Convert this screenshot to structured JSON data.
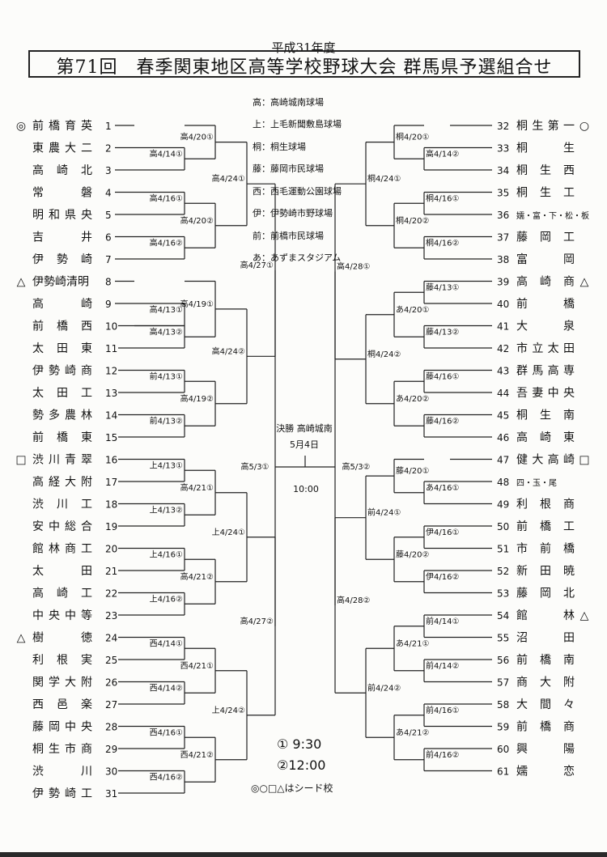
{
  "header": {
    "era": "平成31年度",
    "title": "第71回　春季関東地区高等学校野球大会 群馬県予選組合せ"
  },
  "venues": [
    "高：高崎城南球場",
    "上：上毛新聞敷島球場",
    "桐：桐生球場",
    "藤：藤岡市民球場",
    "西：西毛運動公園球場",
    "伊：伊勢崎市野球場",
    "前：前橋市民球場",
    "あ：あずまスタジアム"
  ],
  "final": {
    "label": "決勝 高崎城南",
    "date": "5月4日",
    "time": "10:00",
    "semi_left": "高5/3①",
    "semi_right": "高5/3②"
  },
  "times": [
    "① 9:30",
    "②12:00"
  ],
  "seed_note": "◎○□△はシード校",
  "left_teams": [
    {
      "n": "1",
      "name": "前橋育英",
      "mark": "◎"
    },
    {
      "n": "2",
      "name": "東農大二",
      "mark": ""
    },
    {
      "n": "3",
      "name": "高崎北",
      "mark": ""
    },
    {
      "n": "4",
      "name": "常磐",
      "mark": ""
    },
    {
      "n": "5",
      "name": "明和県央",
      "mark": ""
    },
    {
      "n": "6",
      "name": "吉井",
      "mark": ""
    },
    {
      "n": "7",
      "name": "伊勢崎",
      "mark": ""
    },
    {
      "n": "8",
      "name": "伊勢崎清明",
      "mark": "△"
    },
    {
      "n": "9",
      "name": "高崎",
      "mark": ""
    },
    {
      "n": "10",
      "name": "前橋西",
      "mark": ""
    },
    {
      "n": "11",
      "name": "太田東",
      "mark": ""
    },
    {
      "n": "12",
      "name": "伊勢崎商",
      "mark": ""
    },
    {
      "n": "13",
      "name": "太田工",
      "mark": ""
    },
    {
      "n": "14",
      "name": "勢多農林",
      "mark": ""
    },
    {
      "n": "15",
      "name": "前橋東",
      "mark": ""
    },
    {
      "n": "16",
      "name": "渋川青翠",
      "mark": "□"
    },
    {
      "n": "17",
      "name": "高経大附",
      "mark": ""
    },
    {
      "n": "18",
      "name": "渋川工",
      "mark": ""
    },
    {
      "n": "19",
      "name": "安中総合",
      "mark": ""
    },
    {
      "n": "20",
      "name": "館林商工",
      "mark": ""
    },
    {
      "n": "21",
      "name": "太田",
      "mark": ""
    },
    {
      "n": "22",
      "name": "高崎工",
      "mark": ""
    },
    {
      "n": "23",
      "name": "中央中等",
      "mark": ""
    },
    {
      "n": "24",
      "name": "樹徳",
      "mark": "△"
    },
    {
      "n": "25",
      "name": "利根実",
      "mark": ""
    },
    {
      "n": "26",
      "name": "関学大附",
      "mark": ""
    },
    {
      "n": "27",
      "name": "西邑楽",
      "mark": ""
    },
    {
      "n": "28",
      "name": "藤岡中央",
      "mark": ""
    },
    {
      "n": "29",
      "name": "桐生市商",
      "mark": ""
    },
    {
      "n": "30",
      "name": "渋川",
      "mark": ""
    },
    {
      "n": "31",
      "name": "伊勢崎工",
      "mark": ""
    }
  ],
  "right_teams": [
    {
      "n": "32",
      "name": "桐生第一",
      "mark": "○"
    },
    {
      "n": "33",
      "name": "桐生",
      "mark": ""
    },
    {
      "n": "34",
      "name": "桐生西",
      "mark": ""
    },
    {
      "n": "35",
      "name": "桐生工",
      "mark": ""
    },
    {
      "n": "36",
      "name": "嬬・富・下・松・板",
      "mark": ""
    },
    {
      "n": "37",
      "name": "藤岡工",
      "mark": ""
    },
    {
      "n": "38",
      "name": "富岡",
      "mark": ""
    },
    {
      "n": "39",
      "name": "高崎商",
      "mark": "△"
    },
    {
      "n": "40",
      "name": "前橋",
      "mark": ""
    },
    {
      "n": "41",
      "name": "大泉",
      "mark": ""
    },
    {
      "n": "42",
      "name": "市立太田",
      "mark": ""
    },
    {
      "n": "43",
      "name": "群馬高専",
      "mark": ""
    },
    {
      "n": "44",
      "name": "吾妻中央",
      "mark": ""
    },
    {
      "n": "45",
      "name": "桐生南",
      "mark": ""
    },
    {
      "n": "46",
      "name": "高崎東",
      "mark": ""
    },
    {
      "n": "47",
      "name": "健大高崎",
      "mark": "□"
    },
    {
      "n": "48",
      "name": "四・玉・尾",
      "mark": ""
    },
    {
      "n": "49",
      "name": "利根商",
      "mark": ""
    },
    {
      "n": "50",
      "name": "前橋工",
      "mark": ""
    },
    {
      "n": "51",
      "name": "市前橋",
      "mark": ""
    },
    {
      "n": "52",
      "name": "新田暁",
      "mark": ""
    },
    {
      "n": "53",
      "name": "藤岡北",
      "mark": ""
    },
    {
      "n": "54",
      "name": "館林",
      "mark": "△"
    },
    {
      "n": "55",
      "name": "沼田",
      "mark": ""
    },
    {
      "n": "56",
      "name": "前橋南",
      "mark": ""
    },
    {
      "n": "57",
      "name": "商大附",
      "mark": ""
    },
    {
      "n": "58",
      "name": "大間々",
      "mark": ""
    },
    {
      "n": "59",
      "name": "前橋商",
      "mark": ""
    },
    {
      "n": "60",
      "name": "興陽",
      "mark": ""
    },
    {
      "n": "61",
      "name": "嬬恋",
      "mark": ""
    }
  ],
  "left_matches": {
    "r1": [
      {
        "lab": "高4/14①",
        "a": 1,
        "b": 2
      },
      {
        "lab": "高4/16①",
        "a": 3,
        "b": 4
      },
      {
        "lab": "高4/16②",
        "a": 5,
        "b": 6
      },
      {
        "lab": "高4/13①",
        "a": 8,
        "b": 9
      },
      {
        "lab": "高4/13②",
        "a": 9,
        "b": 10
      },
      {
        "lab": "前4/13①",
        "a": 11,
        "b": 12
      },
      {
        "lab": "前4/13②",
        "a": 13,
        "b": 14
      },
      {
        "lab": "上4/13①",
        "a": 15,
        "b": 16
      },
      {
        "lab": "上4/13②",
        "a": 17,
        "b": 18
      },
      {
        "lab": "上4/16①",
        "a": 19,
        "b": 20
      },
      {
        "lab": "上4/16②",
        "a": 21,
        "b": 22
      },
      {
        "lab": "西4/14①",
        "a": 23,
        "b": 24
      },
      {
        "lab": "西4/14②",
        "a": 25,
        "b": 26
      },
      {
        "lab": "西4/16①",
        "a": 27,
        "b": 28
      },
      {
        "lab": "西4/16②",
        "a": 29,
        "b": 30
      }
    ],
    "r2": [
      {
        "lab": "高4/20①",
        "a": 0,
        "b": 1.5
      },
      {
        "lab": "高4/20②",
        "a": 3.5,
        "b": 5.5
      },
      {
        "lab": "高4/19①",
        "a": 7,
        "b": 9.5
      },
      {
        "lab": "高4/19②",
        "a": 11.5,
        "b": 13.5
      },
      {
        "lab": "高4/21①",
        "a": 15.5,
        "b": 17.5
      },
      {
        "lab": "高4/21②",
        "a": 19.5,
        "b": 21.5
      },
      {
        "lab": "西4/21①",
        "a": 23.5,
        "b": 25.5
      },
      {
        "lab": "西4/21②",
        "a": 27.5,
        "b": 29.5
      }
    ],
    "r3": [
      {
        "lab": "高4/24①",
        "a": 0.75,
        "b": 4.5
      },
      {
        "lab": "高4/24②",
        "a": 8.25,
        "b": 12.5
      },
      {
        "lab": "上4/24①",
        "a": 16.5,
        "b": 20.5
      },
      {
        "lab": "上4/24②",
        "a": 24.5,
        "b": 28.5
      }
    ],
    "r4": [
      {
        "lab": "高4/27①",
        "a": 2.625,
        "b": 10.375
      },
      {
        "lab": "高4/27②",
        "a": 18.5,
        "b": 26.5
      }
    ]
  },
  "right_matches": {
    "r1": [
      {
        "lab": "高4/14②",
        "a": 1,
        "b": 2
      },
      {
        "lab": "桐4/16①",
        "a": 3,
        "b": 4
      },
      {
        "lab": "桐4/16②",
        "a": 5,
        "b": 6
      },
      {
        "lab": "藤4/13①",
        "a": 7,
        "b": 8
      },
      {
        "lab": "藤4/13②",
        "a": 9,
        "b": 10
      },
      {
        "lab": "藤4/16①",
        "a": 11,
        "b": 12
      },
      {
        "lab": "藤4/16②",
        "a": 13,
        "b": 14
      },
      {
        "lab": "あ4/16①",
        "a": 16,
        "b": 17
      },
      {
        "lab": "伊4/16①",
        "a": 18,
        "b": 19
      },
      {
        "lab": "伊4/16②",
        "a": 20,
        "b": 21
      },
      {
        "lab": "前4/14①",
        "a": 22,
        "b": 23
      },
      {
        "lab": "前4/14②",
        "a": 24,
        "b": 25
      },
      {
        "lab": "前4/16①",
        "a": 26,
        "b": 27
      },
      {
        "lab": "前4/16②",
        "a": 28,
        "b": 29
      }
    ],
    "r2": [
      {
        "lab": "桐4/20①",
        "a": 0,
        "b": 1.5
      },
      {
        "lab": "桐4/20②",
        "a": 3.5,
        "b": 5.5
      },
      {
        "lab": "あ4/20①",
        "a": 7.5,
        "b": 9.5
      },
      {
        "lab": "あ4/20②",
        "a": 11.5,
        "b": 13.5
      },
      {
        "lab": "藤4/20①",
        "a": 15,
        "b": 16.5
      },
      {
        "lab": "藤4/20②",
        "a": 18.5,
        "b": 20.5
      },
      {
        "lab": "あ4/21①",
        "a": 22.5,
        "b": 24.5
      },
      {
        "lab": "あ4/21②",
        "a": 26.5,
        "b": 28.5
      }
    ],
    "r3": [
      {
        "lab": "桐4/24①",
        "a": 0.75,
        "b": 4.5
      },
      {
        "lab": "桐4/24②",
        "a": 8.5,
        "b": 12.5
      },
      {
        "lab": "前4/24①",
        "a": 15.75,
        "b": 19.5
      },
      {
        "lab": "前4/24②",
        "a": 23.5,
        "b": 27.5
      }
    ],
    "r4": [
      {
        "lab": "高4/28①",
        "a": 2.625,
        "b": 10.5
      },
      {
        "lab": "高4/28②",
        "a": 17.625,
        "b": 25.5
      }
    ]
  }
}
